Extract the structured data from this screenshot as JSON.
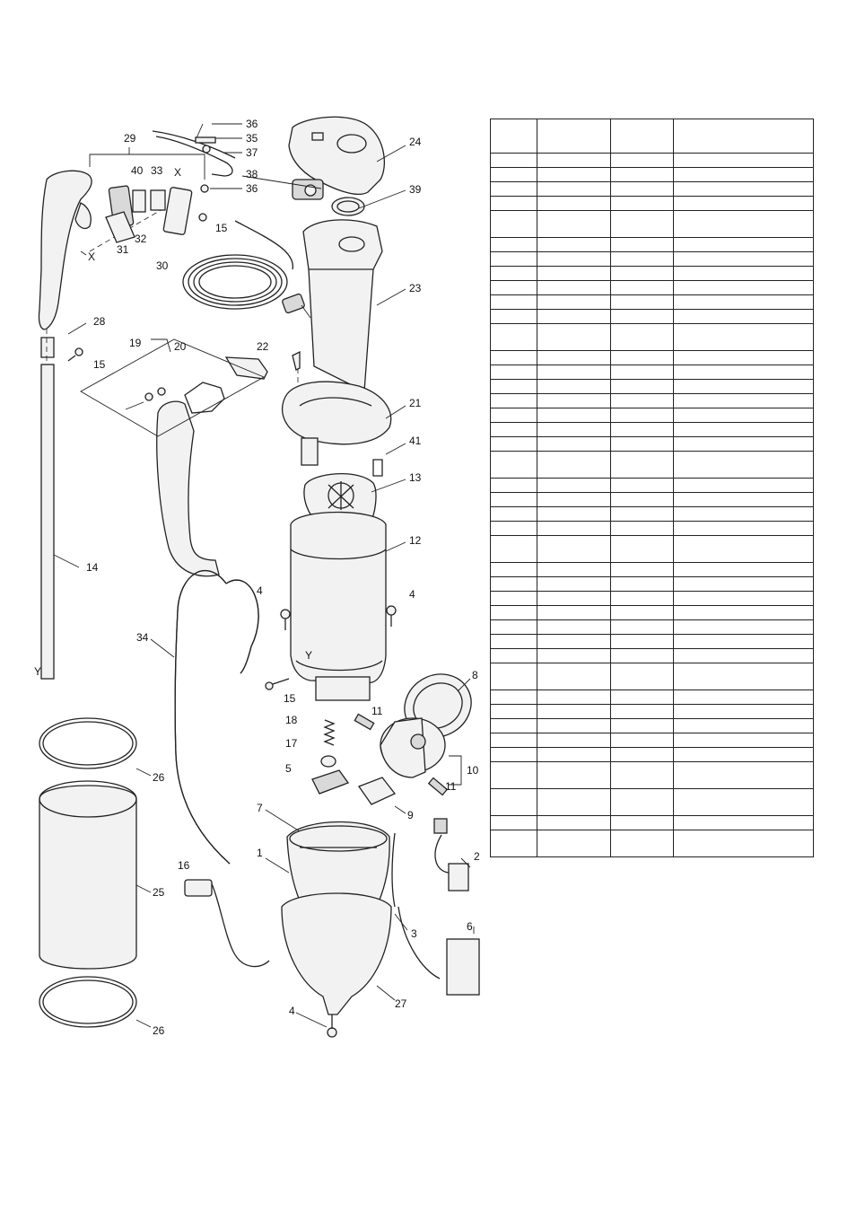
{
  "callouts": [
    {
      "id": "c-36a",
      "label": "36"
    },
    {
      "id": "c-35",
      "label": "35"
    },
    {
      "id": "c-37",
      "label": "37"
    },
    {
      "id": "c-29",
      "label": "29"
    },
    {
      "id": "c-24",
      "label": "24"
    },
    {
      "id": "c-40",
      "label": "40"
    },
    {
      "id": "c-33",
      "label": "33"
    },
    {
      "id": "c-xa",
      "label": "X"
    },
    {
      "id": "c-38",
      "label": "38"
    },
    {
      "id": "c-36b",
      "label": "36"
    },
    {
      "id": "c-39",
      "label": "39"
    },
    {
      "id": "c-15a",
      "label": "15"
    },
    {
      "id": "c-32",
      "label": "32"
    },
    {
      "id": "c-31",
      "label": "31"
    },
    {
      "id": "c-xb",
      "label": "X"
    },
    {
      "id": "c-30",
      "label": "30"
    },
    {
      "id": "c-23",
      "label": "23"
    },
    {
      "id": "c-28",
      "label": "28"
    },
    {
      "id": "c-19",
      "label": "19"
    },
    {
      "id": "c-20",
      "label": "20"
    },
    {
      "id": "c-22",
      "label": "22"
    },
    {
      "id": "c-15b",
      "label": "15"
    },
    {
      "id": "c-21",
      "label": "21"
    },
    {
      "id": "c-41",
      "label": "41"
    },
    {
      "id": "c-13",
      "label": "13"
    },
    {
      "id": "c-12",
      "label": "12"
    },
    {
      "id": "c-14",
      "label": "14"
    },
    {
      "id": "c-4a",
      "label": "4"
    },
    {
      "id": "c-4b",
      "label": "4"
    },
    {
      "id": "c-34",
      "label": "34"
    },
    {
      "id": "c-ya",
      "label": "Y"
    },
    {
      "id": "c-yb",
      "label": "Y"
    },
    {
      "id": "c-15c",
      "label": "15"
    },
    {
      "id": "c-8",
      "label": "8"
    },
    {
      "id": "c-18",
      "label": "18"
    },
    {
      "id": "c-11a",
      "label": "11"
    },
    {
      "id": "c-17",
      "label": "17"
    },
    {
      "id": "c-10",
      "label": "10"
    },
    {
      "id": "c-5",
      "label": "5"
    },
    {
      "id": "c-11b",
      "label": "11"
    },
    {
      "id": "c-26a",
      "label": "26"
    },
    {
      "id": "c-9",
      "label": "9"
    },
    {
      "id": "c-7",
      "label": "7"
    },
    {
      "id": "c-2",
      "label": "2"
    },
    {
      "id": "c-1",
      "label": "1"
    },
    {
      "id": "c-16",
      "label": "16"
    },
    {
      "id": "c-25",
      "label": "25"
    },
    {
      "id": "c-3",
      "label": "3"
    },
    {
      "id": "c-6",
      "label": "6"
    },
    {
      "id": "c-27",
      "label": "27"
    },
    {
      "id": "c-4c",
      "label": "4"
    },
    {
      "id": "c-26b",
      "label": "26"
    }
  ],
  "parts_table": {
    "columns": 4,
    "rows": 44,
    "note": ""
  }
}
